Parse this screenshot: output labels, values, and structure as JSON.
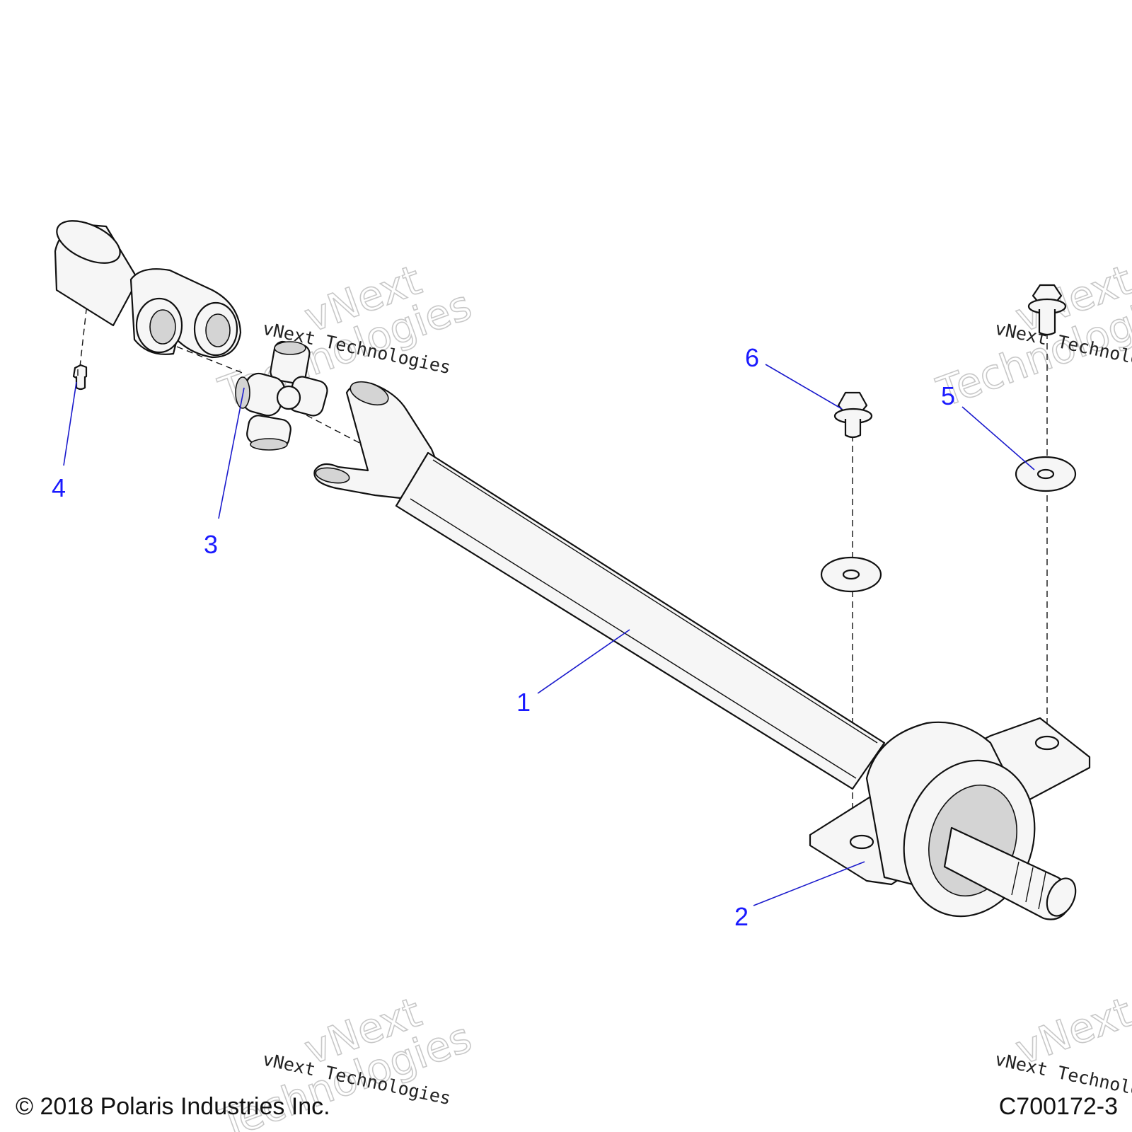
{
  "callouts": {
    "c1": "1",
    "c2": "2",
    "c3": "3",
    "c4": "4",
    "c5": "5",
    "c6": "6"
  },
  "watermark": {
    "line1": "vNext",
    "line2": "Technologies",
    "small": "vNext Technologies"
  },
  "footer": {
    "copyright": "© 2018 Polaris Industries Inc.",
    "figure_id": "C700172-3"
  },
  "colors": {
    "callout": "#1a1aff",
    "line": "#111111"
  }
}
